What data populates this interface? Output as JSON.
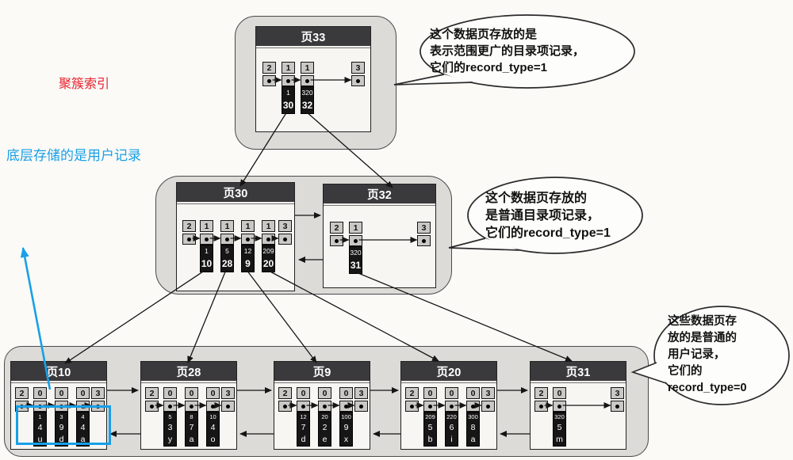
{
  "labels": {
    "clustered_index": "聚簇索引",
    "bottom_note": "底层存储的是用户记录"
  },
  "bubbles": [
    {
      "id": "bubble-top",
      "lines": [
        "这个数据页存放的是",
        "表示范围更广的目录项记录，",
        "它们的record_type=1"
      ]
    },
    {
      "id": "bubble-middle",
      "lines": [
        "这个数据页存放的",
        "是普通目录项记录，",
        "它们的record_type=1"
      ]
    },
    {
      "id": "bubble-bottom",
      "lines": [
        "这些数据页存",
        "放的是普通的",
        "用户记录，",
        "它们的",
        "record_type=0"
      ]
    }
  ],
  "colors": {
    "accent_blue": "#18a0e8",
    "accent_red": "#e8212e",
    "title_bar": "#3a3a3d",
    "data_cell": "#161616"
  },
  "pages": [
    {
      "id": "p33",
      "title": "页33",
      "level": "root",
      "records": [
        {
          "record_type": "2"
        },
        {
          "record_type": "1",
          "values": [
            "1",
            "30"
          ]
        },
        {
          "record_type": "1",
          "values": [
            "320",
            "32"
          ]
        },
        {
          "record_type": "3"
        }
      ]
    },
    {
      "id": "p30",
      "title": "页30",
      "level": "internal",
      "records": [
        {
          "record_type": "2"
        },
        {
          "record_type": "1",
          "values": [
            "1",
            "10"
          ]
        },
        {
          "record_type": "1",
          "values": [
            "5",
            "28"
          ]
        },
        {
          "record_type": "1",
          "values": [
            "12",
            "9"
          ]
        },
        {
          "record_type": "1",
          "values": [
            "209",
            "20"
          ]
        },
        {
          "record_type": "3"
        }
      ]
    },
    {
      "id": "p32",
      "title": "页32",
      "level": "internal",
      "records": [
        {
          "record_type": "2"
        },
        {
          "record_type": "1",
          "values": [
            "320",
            "31"
          ]
        },
        {
          "record_type": "3"
        }
      ]
    },
    {
      "id": "p10",
      "title": "页10",
      "level": "leaf",
      "records": [
        {
          "record_type": "2"
        },
        {
          "record_type": "0",
          "values": [
            "1",
            "4",
            "u"
          ]
        },
        {
          "record_type": "0",
          "values": [
            "3",
            "9",
            "d"
          ]
        },
        {
          "record_type": "0",
          "values": [
            "4",
            "4",
            "a"
          ]
        },
        {
          "record_type": "3"
        }
      ]
    },
    {
      "id": "p28",
      "title": "页28",
      "level": "leaf",
      "records": [
        {
          "record_type": "2"
        },
        {
          "record_type": "0",
          "values": [
            "5",
            "3",
            "y"
          ]
        },
        {
          "record_type": "0",
          "values": [
            "8",
            "7",
            "a"
          ]
        },
        {
          "record_type": "0",
          "values": [
            "10",
            "4",
            "o"
          ]
        },
        {
          "record_type": "3"
        }
      ]
    },
    {
      "id": "p9",
      "title": "页9",
      "level": "leaf",
      "records": [
        {
          "record_type": "2"
        },
        {
          "record_type": "0",
          "values": [
            "12",
            "7",
            "d"
          ]
        },
        {
          "record_type": "0",
          "values": [
            "20",
            "2",
            "e"
          ]
        },
        {
          "record_type": "0",
          "values": [
            "100",
            "9",
            "x"
          ]
        },
        {
          "record_type": "3"
        }
      ]
    },
    {
      "id": "p20",
      "title": "页20",
      "level": "leaf",
      "records": [
        {
          "record_type": "2"
        },
        {
          "record_type": "0",
          "values": [
            "209",
            "5",
            "b"
          ]
        },
        {
          "record_type": "0",
          "values": [
            "220",
            "6",
            "i"
          ]
        },
        {
          "record_type": "0",
          "values": [
            "300",
            "8",
            "a"
          ]
        },
        {
          "record_type": "3"
        }
      ]
    },
    {
      "id": "p31",
      "title": "页31",
      "level": "leaf",
      "records": [
        {
          "record_type": "2"
        },
        {
          "record_type": "0",
          "values": [
            "320",
            "5",
            "m"
          ]
        },
        {
          "record_type": "3"
        }
      ]
    }
  ]
}
